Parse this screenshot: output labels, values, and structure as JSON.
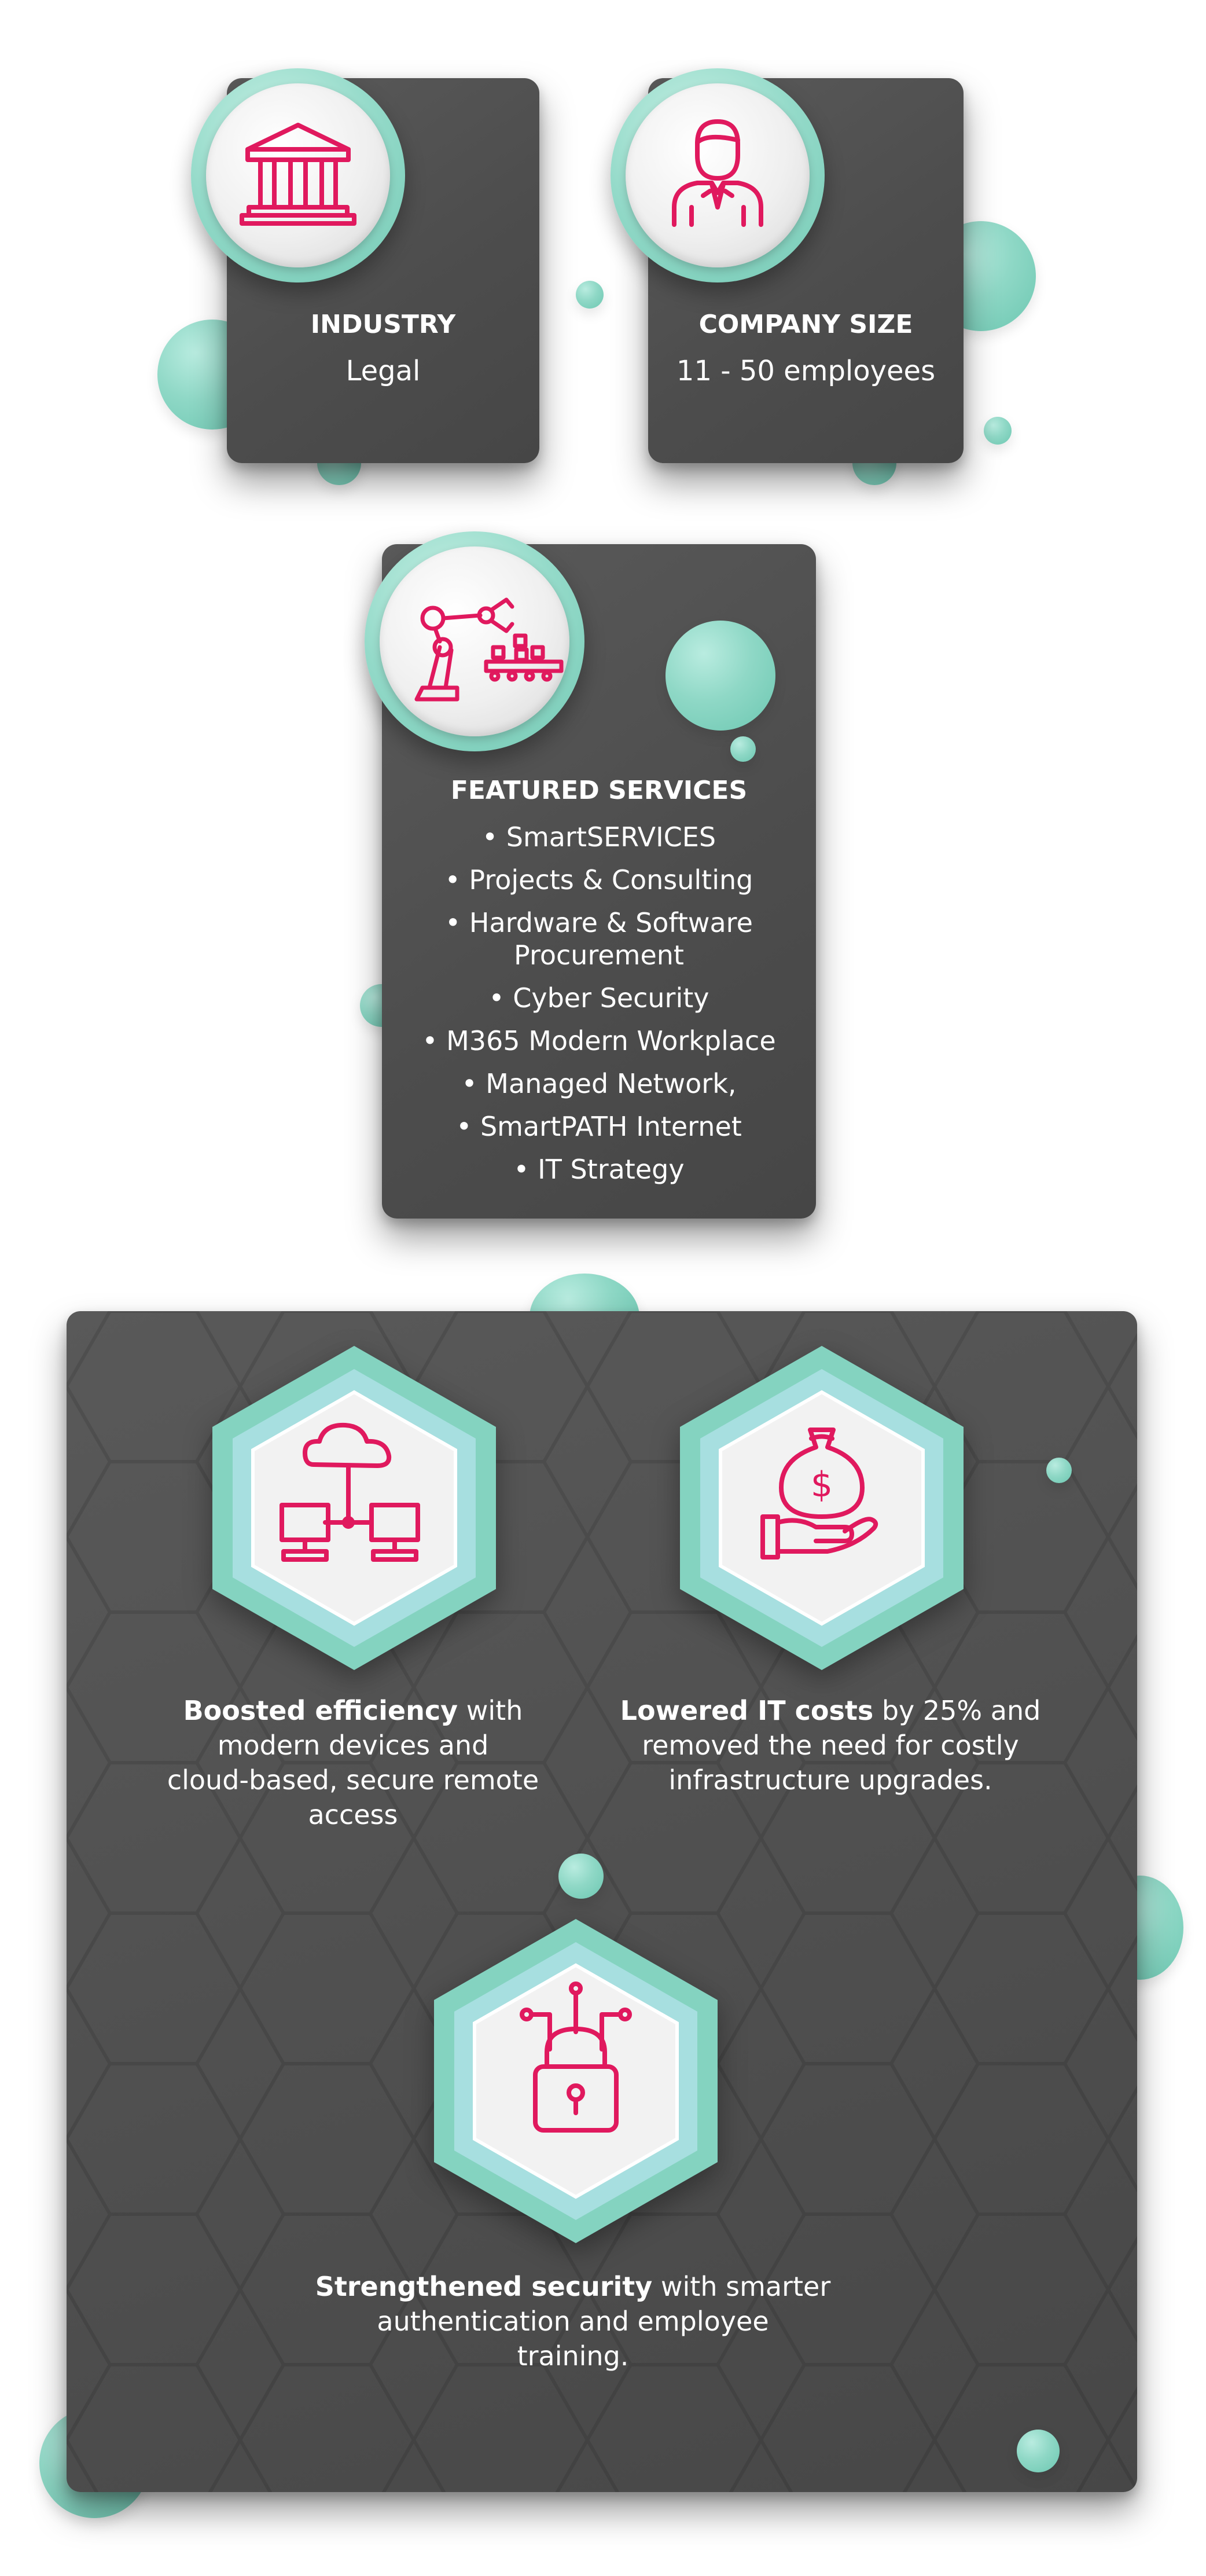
{
  "colors": {
    "card": "#505050",
    "mint": "#8fd8c6",
    "icon_pink": "#e0195e",
    "text": "#ffffff"
  },
  "industry": {
    "heading": "INDUSTRY",
    "value": "Legal",
    "icon": "courthouse-icon"
  },
  "company_size": {
    "heading": "COMPANY SIZE",
    "value": "11 - 50 employees",
    "icon": "businessman-icon"
  },
  "featured_services": {
    "heading": "FEATURED SERVICES",
    "icon": "robot-arm-conveyor-icon",
    "items": [
      "• SmartSERVICES",
      "• Projects & Consulting",
      "• Hardware & Software",
      "Procurement",
      "• Cyber Security",
      "• M365 Modern Workplace",
      "• Managed Network,",
      "• SmartPATH Internet",
      "• IT Strategy"
    ]
  },
  "benefits": [
    {
      "icon": "cloud-network-computers-icon",
      "bold": "Boosted efficiency",
      "rest_line1": " with",
      "line2": "modern devices and",
      "line3": "cloud-based, secure remote",
      "line4": "access"
    },
    {
      "icon": "money-bag-hand-icon",
      "bold": "Lowered IT costs",
      "rest_line1": " by 25% and",
      "line2": "removed the need for costly",
      "line3": "infrastructure upgrades."
    },
    {
      "icon": "padlock-circuit-icon",
      "bold": "Strengthened security",
      "rest_line1": " with smarter",
      "line2": "authentication and employee",
      "line3": "training."
    }
  ]
}
